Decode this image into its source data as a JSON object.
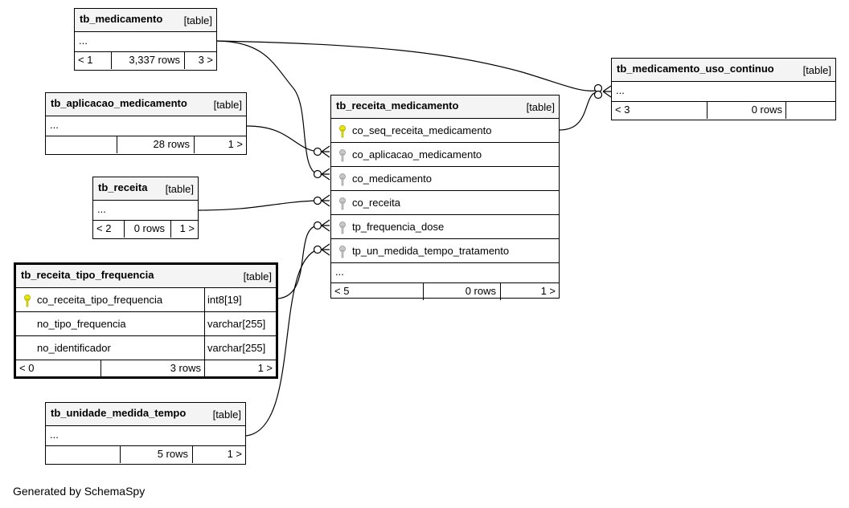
{
  "type_label": "[table]",
  "ellipsis": "...",
  "tables": {
    "tb_medicamento": {
      "name": "tb_medicamento",
      "prev": "< 1",
      "rows": "3,337 rows",
      "next": "3 >"
    },
    "tb_aplicacao_medicamento": {
      "name": "tb_aplicacao_medicamento",
      "prev": "",
      "rows": "28 rows",
      "next": "1 >"
    },
    "tb_receita": {
      "name": "tb_receita",
      "prev": "< 2",
      "rows": "0 rows",
      "next": "1 >"
    },
    "tb_receita_tipo_frequencia": {
      "name": "tb_receita_tipo_frequencia",
      "columns": [
        {
          "name": "co_receita_tipo_frequencia",
          "type": "int8[19]",
          "key": "primary"
        },
        {
          "name": "no_tipo_frequencia",
          "type": "varchar[255]",
          "key": ""
        },
        {
          "name": "no_identificador",
          "type": "varchar[255]",
          "key": ""
        }
      ],
      "prev": "< 0",
      "rows": "3 rows",
      "next": "1 >"
    },
    "tb_unidade_medida_tempo": {
      "name": "tb_unidade_medida_tempo",
      "prev": "",
      "rows": "5 rows",
      "next": "1 >"
    },
    "tb_receita_medicamento": {
      "name": "tb_receita_medicamento",
      "columns": [
        {
          "name": "co_seq_receita_medicamento",
          "key": "primary"
        },
        {
          "name": "co_aplicacao_medicamento",
          "key": "foreign"
        },
        {
          "name": "co_medicamento",
          "key": "foreign"
        },
        {
          "name": "co_receita",
          "key": "foreign"
        },
        {
          "name": "tp_frequencia_dose",
          "key": "foreign"
        },
        {
          "name": "tp_un_medida_tempo_tratamento",
          "key": "foreign"
        }
      ],
      "prev": "< 5",
      "rows": "0 rows",
      "next": "1 >"
    },
    "tb_medicamento_uso_continuo": {
      "name": "tb_medicamento_uso_continuo",
      "prev": "< 3",
      "rows": "0 rows",
      "next": ""
    }
  },
  "colors": {
    "primary_key": "#e8e800",
    "foreign_key": "#b0b0b0",
    "header_bg": "#f4f4f4"
  },
  "footer_text": "Generated by SchemaSpy"
}
